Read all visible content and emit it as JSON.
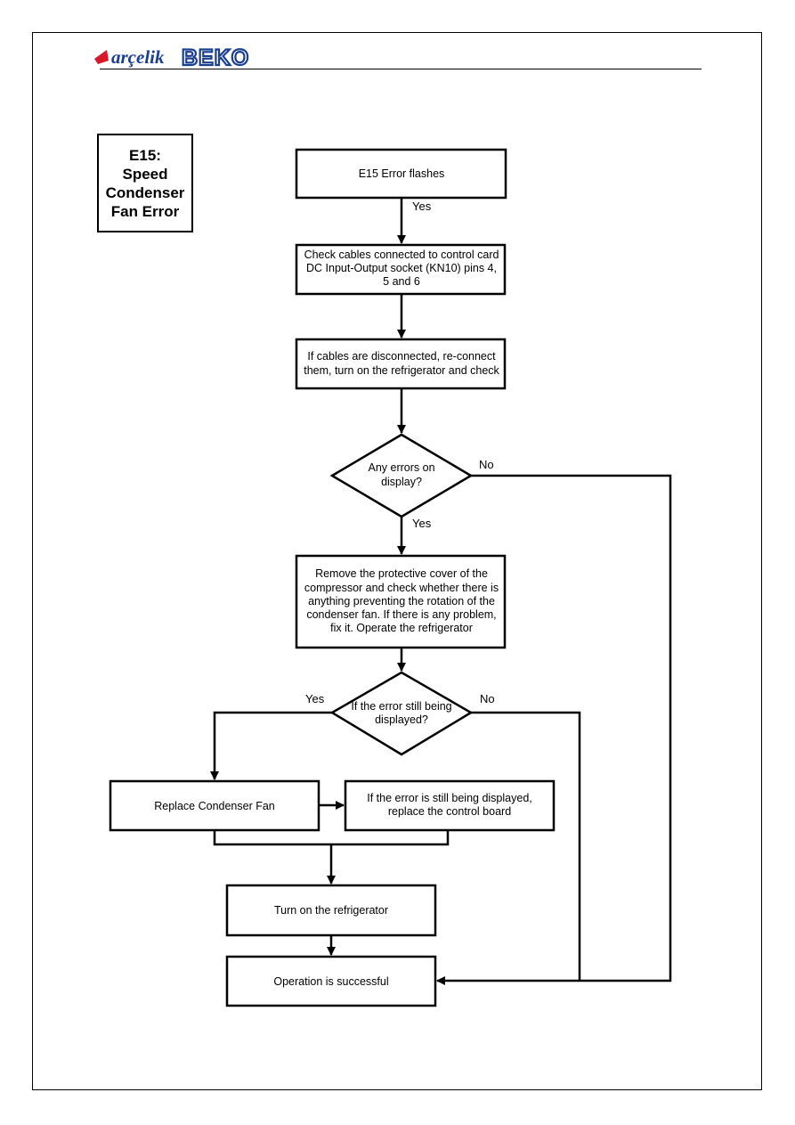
{
  "header": {
    "logo_text_arcelik": "arçelik",
    "logo_text_beko": "BEKO",
    "logo_brand_color": "#1a3f8f",
    "logo_accent_color": "#d7182a"
  },
  "title_box": {
    "lines": [
      "E15:",
      "Speed",
      "Condenser",
      "Fan Error"
    ]
  },
  "flowchart": {
    "nodes": {
      "start": {
        "lines": [
          "E15 Error flashes"
        ]
      },
      "check_cables": {
        "lines": [
          "Check cables connected to control card",
          "DC Input-Output socket (KN10) pins 4,",
          "5 and 6"
        ]
      },
      "reconnect": {
        "lines": [
          "If cables are disconnected, re-connect",
          "them, turn on the refrigerator and check"
        ]
      },
      "any_errors": {
        "lines": [
          "Any errors on",
          "display?"
        ]
      },
      "remove_cover": {
        "lines": [
          "Remove the protective cover of the",
          "compressor and check whether there is",
          "anything preventing the rotation of the",
          "condenser fan. If there is any problem,",
          "fix it. Operate the refrigerator"
        ]
      },
      "still_displayed": {
        "lines": [
          "If the error still being",
          "displayed?"
        ]
      },
      "replace_fan": {
        "lines": [
          "Replace Condenser Fan"
        ]
      },
      "replace_board": {
        "lines": [
          "If the error is still being displayed,",
          "replace the control board"
        ]
      },
      "turn_on": {
        "lines": [
          "Turn on the refrigerator"
        ]
      },
      "success": {
        "lines": [
          "Operation is successful"
        ]
      }
    },
    "edge_labels": {
      "start_to_check": "Yes",
      "any_errors_no": "No",
      "any_errors_yes": "Yes",
      "still_yes": "Yes",
      "still_no": "No"
    }
  }
}
